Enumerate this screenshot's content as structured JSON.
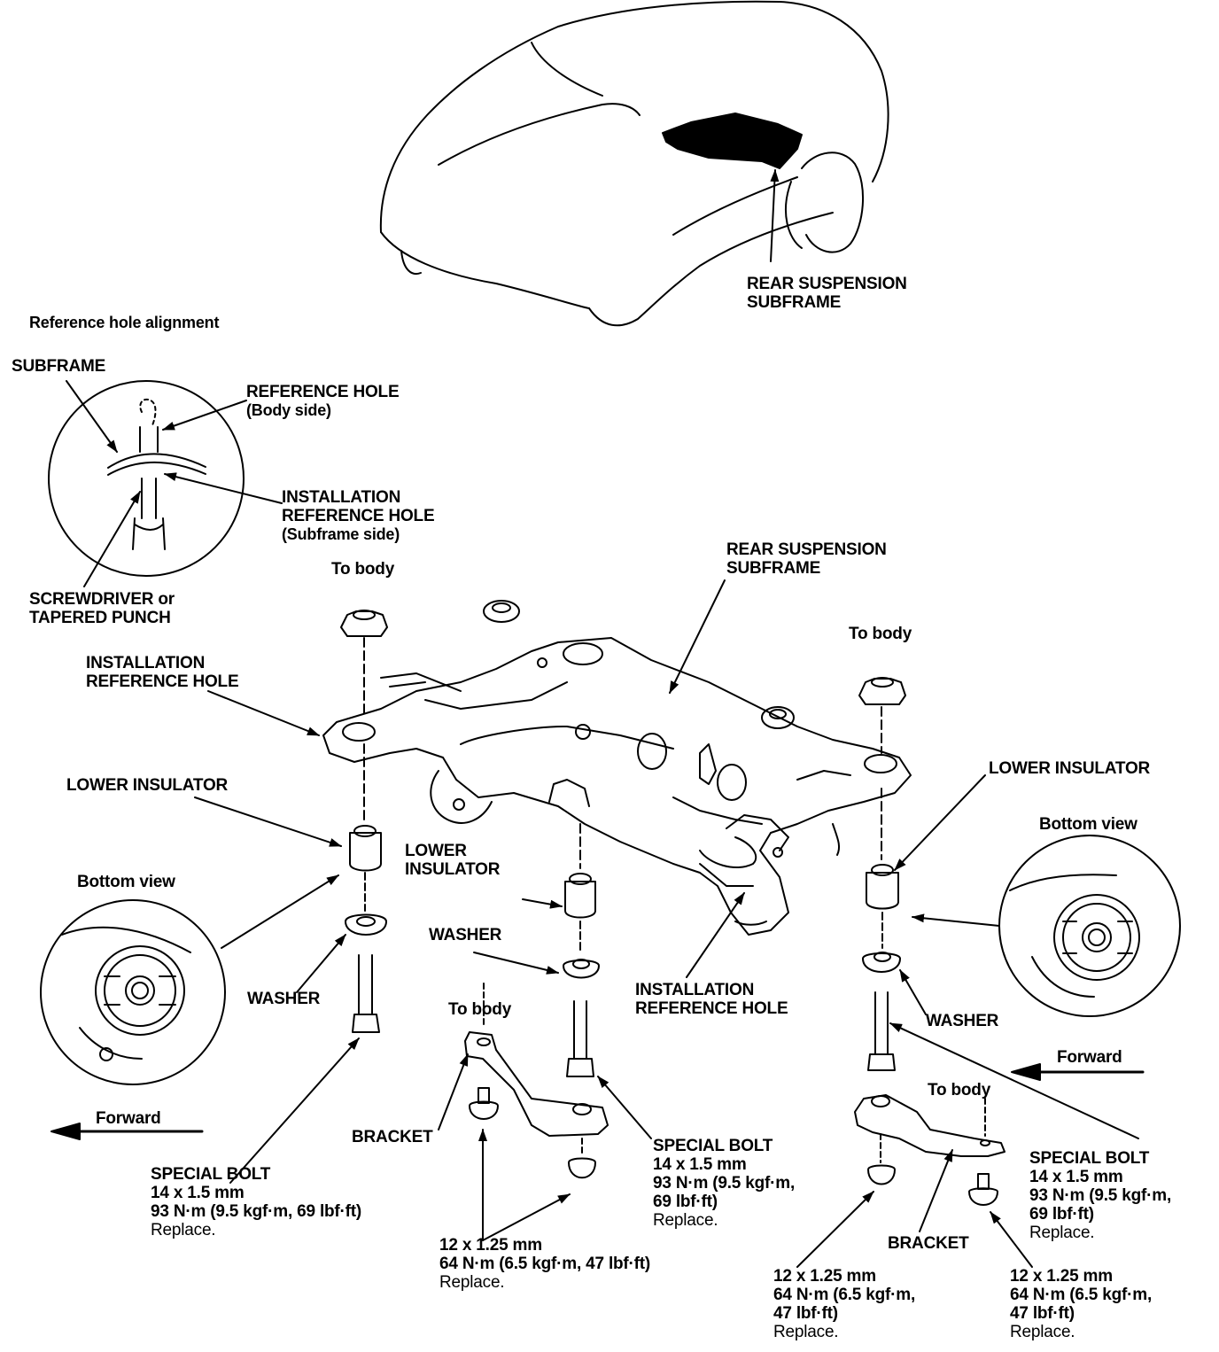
{
  "labels": {
    "top_subframe": [
      "REAR SUSPENSION",
      "SUBFRAME"
    ],
    "ref_title": "Reference hole alignment",
    "ref_subframe": "SUBFRAME",
    "ref_hole_body": [
      "REFERENCE HOLE",
      "(Body side)"
    ],
    "ref_install_hole": [
      "INSTALLATION",
      "REFERENCE HOLE",
      "(Subframe side)"
    ],
    "ref_tool": [
      "SCREWDRIVER or",
      "TAPERED PUNCH"
    ],
    "to_body_left": "To body",
    "to_body_right": "To body",
    "to_body_bracket_mid": "To body",
    "to_body_bracket_right": "To body",
    "main_subframe": [
      "REAR SUSPENSION",
      "SUBFRAME"
    ],
    "install_hole_left": [
      "INSTALLATION",
      "REFERENCE HOLE"
    ],
    "install_hole_center": [
      "INSTALLATION",
      "REFERENCE HOLE"
    ],
    "lower_insulator_left": "LOWER INSULATOR",
    "lower_insulator_mid": [
      "LOWER",
      "INSULATOR"
    ],
    "lower_insulator_right": "LOWER INSULATOR",
    "bottom_view_left": "Bottom view",
    "bottom_view_right": "Bottom view",
    "washer_left": "WASHER",
    "washer_mid": "WASHER",
    "washer_right": "WASHER",
    "forward_left": "Forward",
    "forward_right": "Forward",
    "bracket_mid": "BRACKET",
    "bracket_right": "BRACKET",
    "special_bolt_left": [
      "SPECIAL BOLT",
      "14 x 1.5 mm",
      "93 N·m (9.5 kgf·m, 69 lbf·ft)",
      "Replace."
    ],
    "special_bolt_mid": [
      "SPECIAL BOLT",
      "14 x 1.5 mm",
      "93 N·m (9.5 kgf·m,",
      "69 lbf·ft)",
      "Replace."
    ],
    "special_bolt_right": [
      "SPECIAL BOLT",
      "14 x 1.5 mm",
      "93 N·m (9.5 kgf·m,",
      "69 lbf·ft)",
      "Replace."
    ],
    "bolt_12_mid": [
      "12 x 1.25 mm",
      "64 N·m (6.5 kgf·m, 47 lbf·ft)",
      "Replace."
    ],
    "bolt_12_right_a": [
      "12 x 1.25 mm",
      "64 N·m (6.5 kgf·m,",
      "47 lbf·ft)",
      "Replace."
    ],
    "bolt_12_right_b": [
      "12 x 1.25 mm",
      "64 N·m (6.5 kgf·m,",
      "47 lbf·ft)",
      "Replace."
    ]
  }
}
